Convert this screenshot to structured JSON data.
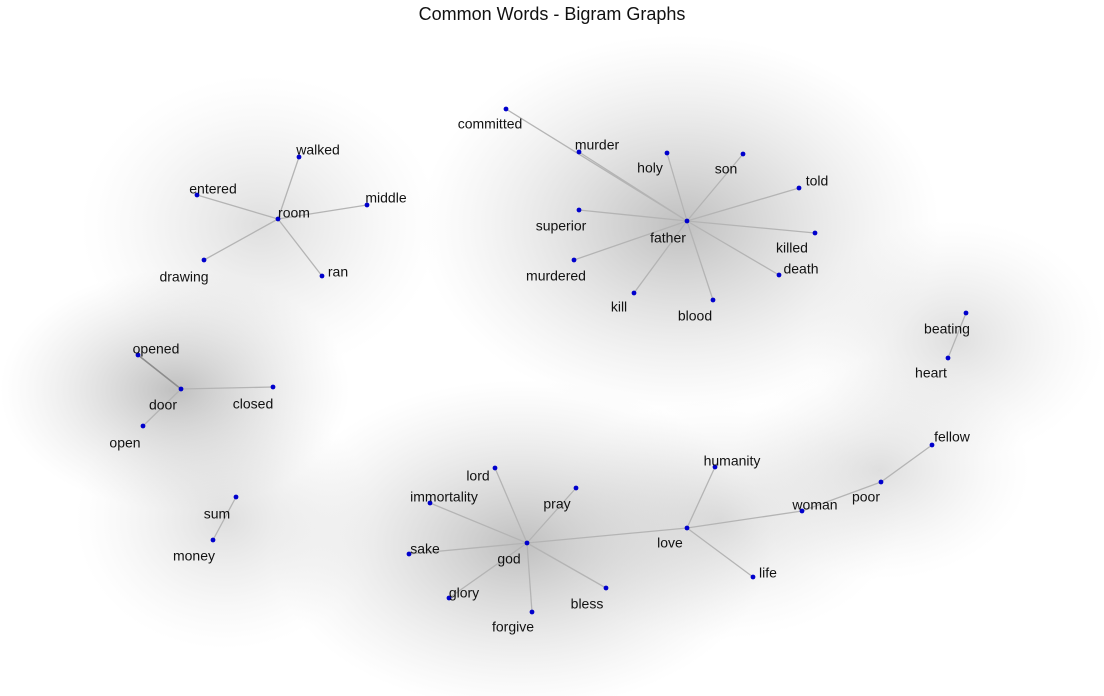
{
  "title": "Common Words - Bigram Graphs",
  "colors": {
    "node": "#0000cc",
    "edge": "#b4b4b4",
    "edge_strong": "#8c8c8c",
    "label": "#111111",
    "halo": "#8c8c8c"
  },
  "nodes": [
    {
      "id": "room",
      "label": "room"
    },
    {
      "id": "walked",
      "label": "walked"
    },
    {
      "id": "entered",
      "label": "entered"
    },
    {
      "id": "middle",
      "label": "middle"
    },
    {
      "id": "drawing",
      "label": "drawing"
    },
    {
      "id": "ran",
      "label": "ran"
    },
    {
      "id": "father",
      "label": "father"
    },
    {
      "id": "committed",
      "label": "committed"
    },
    {
      "id": "murder",
      "label": "murder"
    },
    {
      "id": "holy",
      "label": "holy"
    },
    {
      "id": "son",
      "label": "son"
    },
    {
      "id": "told",
      "label": "told"
    },
    {
      "id": "superior",
      "label": "superior"
    },
    {
      "id": "killed",
      "label": "killed"
    },
    {
      "id": "murdered",
      "label": "murdered"
    },
    {
      "id": "death",
      "label": "death"
    },
    {
      "id": "kill",
      "label": "kill"
    },
    {
      "id": "blood",
      "label": "blood"
    },
    {
      "id": "beating",
      "label": "beating"
    },
    {
      "id": "heart",
      "label": "heart"
    },
    {
      "id": "door",
      "label": "door"
    },
    {
      "id": "opened",
      "label": "opened"
    },
    {
      "id": "closed",
      "label": "closed"
    },
    {
      "id": "open",
      "label": "open"
    },
    {
      "id": "sum",
      "label": "sum"
    },
    {
      "id": "money",
      "label": "money"
    },
    {
      "id": "god",
      "label": "god"
    },
    {
      "id": "lord",
      "label": "lord"
    },
    {
      "id": "immortality",
      "label": "immortality"
    },
    {
      "id": "pray",
      "label": "pray"
    },
    {
      "id": "sake",
      "label": "sake"
    },
    {
      "id": "glory",
      "label": "glory"
    },
    {
      "id": "bless",
      "label": "bless"
    },
    {
      "id": "forgive",
      "label": "forgive"
    },
    {
      "id": "love",
      "label": "love"
    },
    {
      "id": "humanity",
      "label": "humanity"
    },
    {
      "id": "woman",
      "label": "woman"
    },
    {
      "id": "poor",
      "label": "poor"
    },
    {
      "id": "fellow",
      "label": "fellow"
    },
    {
      "id": "life",
      "label": "life"
    }
  ],
  "edges": [
    {
      "from": "walked",
      "to": "room"
    },
    {
      "from": "entered",
      "to": "room"
    },
    {
      "from": "room",
      "to": "middle"
    },
    {
      "from": "drawing",
      "to": "room"
    },
    {
      "from": "room",
      "to": "ran"
    },
    {
      "from": "committed",
      "to": "father"
    },
    {
      "from": "murder",
      "to": "father"
    },
    {
      "from": "holy",
      "to": "father"
    },
    {
      "from": "son",
      "to": "father"
    },
    {
      "from": "father",
      "to": "told"
    },
    {
      "from": "superior",
      "to": "father"
    },
    {
      "from": "father",
      "to": "killed"
    },
    {
      "from": "murdered",
      "to": "father"
    },
    {
      "from": "father",
      "to": "death"
    },
    {
      "from": "kill",
      "to": "father"
    },
    {
      "from": "father",
      "to": "blood"
    },
    {
      "from": "beating",
      "to": "heart"
    },
    {
      "from": "opened",
      "to": "door",
      "strong": true
    },
    {
      "from": "door",
      "to": "closed"
    },
    {
      "from": "open",
      "to": "door"
    },
    {
      "from": "sum",
      "to": "money"
    },
    {
      "from": "lord",
      "to": "god"
    },
    {
      "from": "immortality",
      "to": "god"
    },
    {
      "from": "pray",
      "to": "god"
    },
    {
      "from": "sake",
      "to": "god"
    },
    {
      "from": "glory",
      "to": "god"
    },
    {
      "from": "god",
      "to": "bless"
    },
    {
      "from": "forgive",
      "to": "god"
    },
    {
      "from": "god",
      "to": "love"
    },
    {
      "from": "love",
      "to": "humanity"
    },
    {
      "from": "love",
      "to": "woman"
    },
    {
      "from": "woman",
      "to": "poor"
    },
    {
      "from": "poor",
      "to": "fellow"
    },
    {
      "from": "love",
      "to": "life"
    }
  ]
}
